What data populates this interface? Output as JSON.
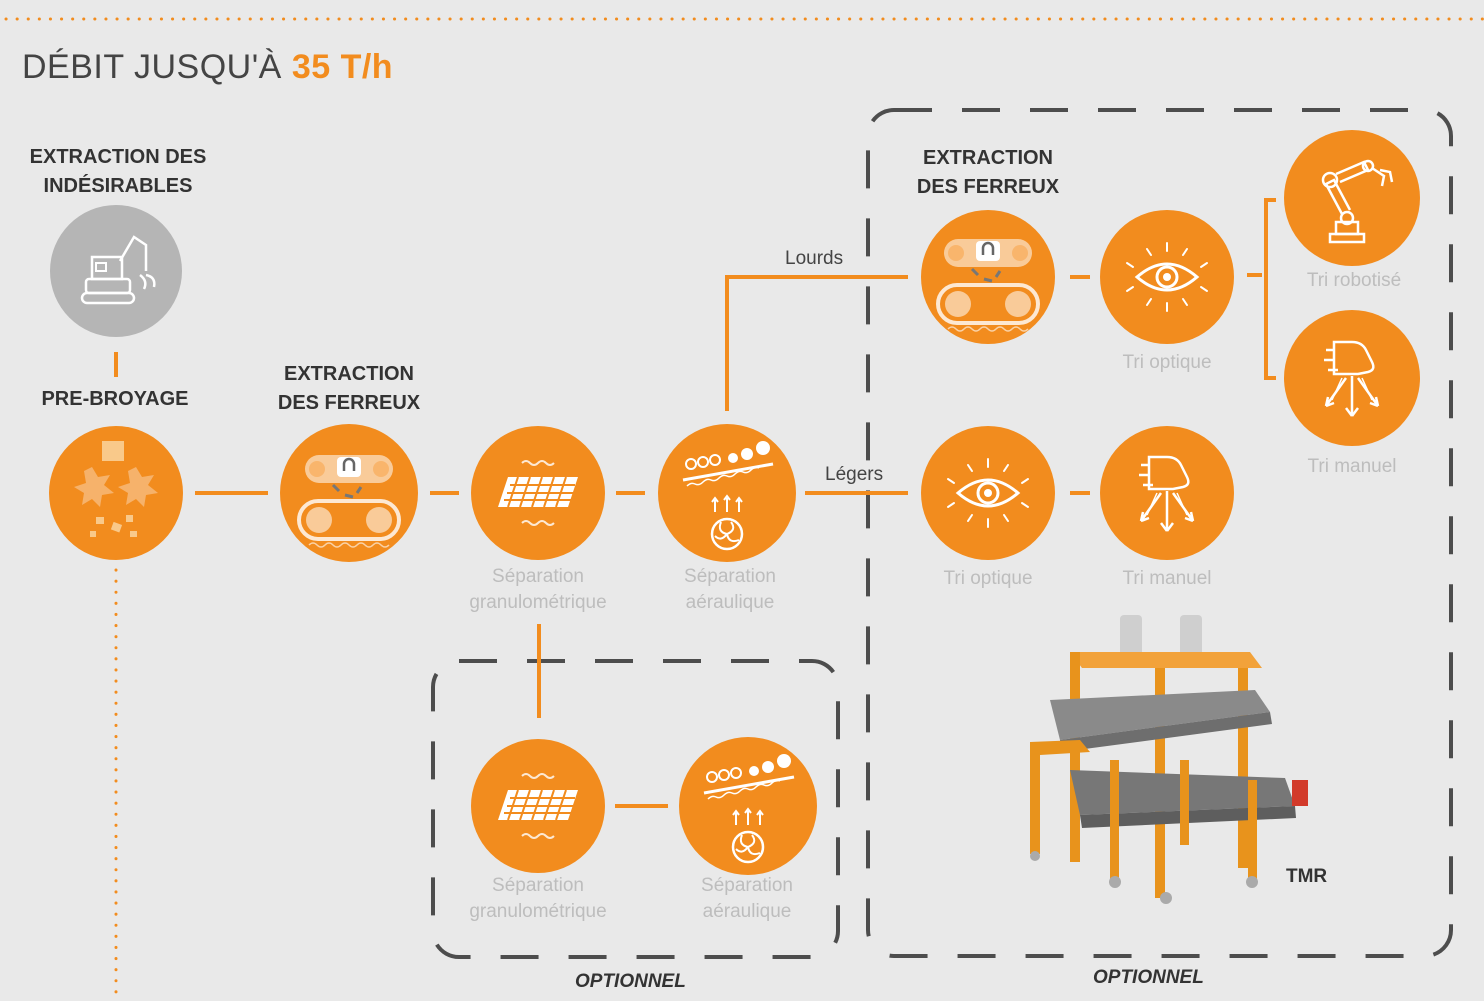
{
  "header": {
    "title_prefix": "DÉBIT JUSQU'À ",
    "title_highlight": "35 T/h"
  },
  "stages": {
    "extraction_indesirables": [
      "EXTRACTION DES",
      "INDÉSIRABLES"
    ],
    "pre_broyage": "PRE-BROYAGE",
    "extraction_ferreux_main": [
      "EXTRACTION",
      "DES FERREUX"
    ],
    "extraction_ferreux_optional": [
      "EXTRACTION",
      "DES FERREUX"
    ]
  },
  "captions": {
    "separation_granulo": [
      "Séparation",
      "granulométrique"
    ],
    "separation_aeraulique": [
      "Séparation",
      "aéraulique"
    ],
    "opt_separation_granulo": [
      "Séparation",
      "granulométrique"
    ],
    "opt_separation_aeraulique": [
      "Séparation",
      "aéraulique"
    ],
    "tri_optique_heavy": "Tri optique",
    "tri_optique_light": "Tri optique",
    "tri_manuel_light": "Tri manuel",
    "tri_robotise": "Tri robotisé",
    "tri_manuel_heavy": "Tri manuel"
  },
  "branches": {
    "heavy": "Lourds",
    "light": "Légers"
  },
  "optional_labels": {
    "lower": "OPTIONNEL",
    "right": "OPTIONNEL"
  },
  "equipment": {
    "label": "TMR"
  },
  "icons": {
    "extraction_indesirables": "excavator-icon",
    "pre_broyage": "shredder-icon",
    "extraction_ferreux": "magnetic-separator-icon",
    "separation_granulo": "screen-sieve-icon",
    "separation_aeraulique": "air-separator-icon",
    "tri_optique": "eye-icon",
    "tri_manuel": "hand-sorting-icon",
    "tri_robotise": "robot-arm-icon"
  },
  "colors": {
    "accent": "#f28c1e",
    "inactive": "#b5b5b5",
    "background": "#e9e9e9",
    "dashed_border": "#4d4d4d",
    "caption": "#bdbdbd"
  }
}
